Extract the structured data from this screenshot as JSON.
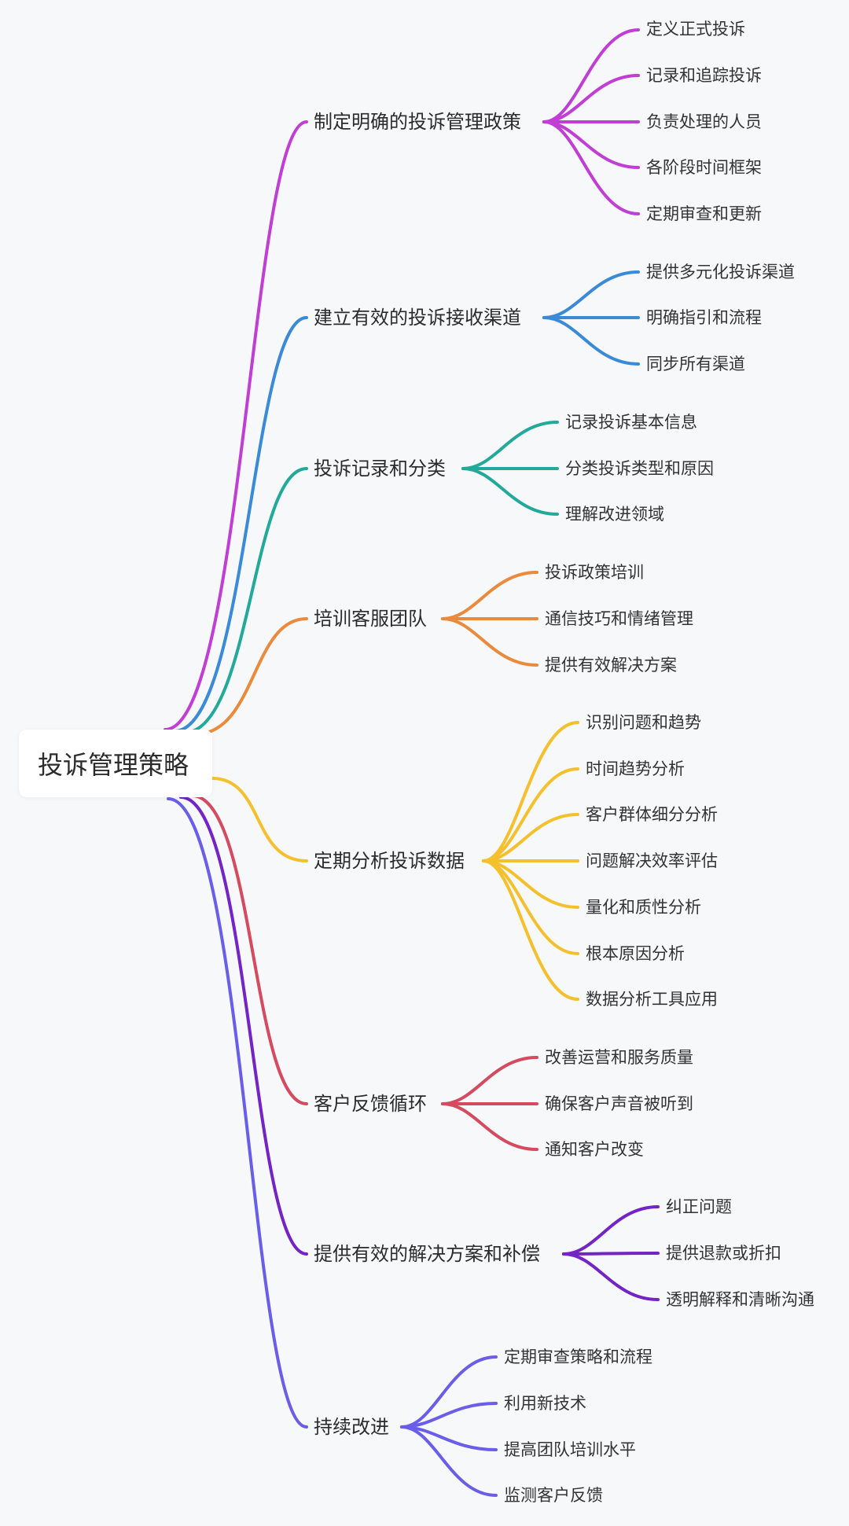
{
  "root": {
    "label": "投诉管理策略"
  },
  "branches": [
    {
      "label": "制定明确的投诉管理政策",
      "color": "#c13ed4",
      "children": [
        "定义正式投诉",
        "记录和追踪投诉",
        "负责处理的人员",
        "各阶段时间框架",
        "定期审查和更新"
      ]
    },
    {
      "label": "建立有效的投诉接收渠道",
      "color": "#3a8ad8",
      "children": [
        "提供多元化投诉渠道",
        "明确指引和流程",
        "同步所有渠道"
      ]
    },
    {
      "label": "投诉记录和分类",
      "color": "#22a99a",
      "children": [
        "记录投诉基本信息",
        "分类投诉类型和原因",
        "理解改进领域"
      ]
    },
    {
      "label": "培训客服团队",
      "color": "#ea8a3c",
      "children": [
        "投诉政策培训",
        "通信技巧和情绪管理",
        "提供有效解决方案"
      ]
    },
    {
      "label": "定期分析投诉数据",
      "color": "#f4c02e",
      "children": [
        "识别问题和趋势",
        "时间趋势分析",
        "客户群体细分分析",
        "问题解决效率评估",
        "量化和质性分析",
        "根本原因分析",
        "数据分析工具应用"
      ]
    },
    {
      "label": "客户反馈循环",
      "color": "#d44a5e",
      "children": [
        "改善运营和服务质量",
        "确保客户声音被听到",
        "通知客户改变"
      ]
    },
    {
      "label": "提供有效的解决方案和补偿",
      "color": "#7423c4",
      "children": [
        "纠正问题",
        "提供退款或折扣",
        "透明解释和清晰沟通"
      ]
    },
    {
      "label": "持续改进",
      "color": "#6a5ee8",
      "children": [
        "定期审查策略和流程",
        "利用新技术",
        "提高团队培训水平",
        "监测客户反馈"
      ]
    }
  ]
}
